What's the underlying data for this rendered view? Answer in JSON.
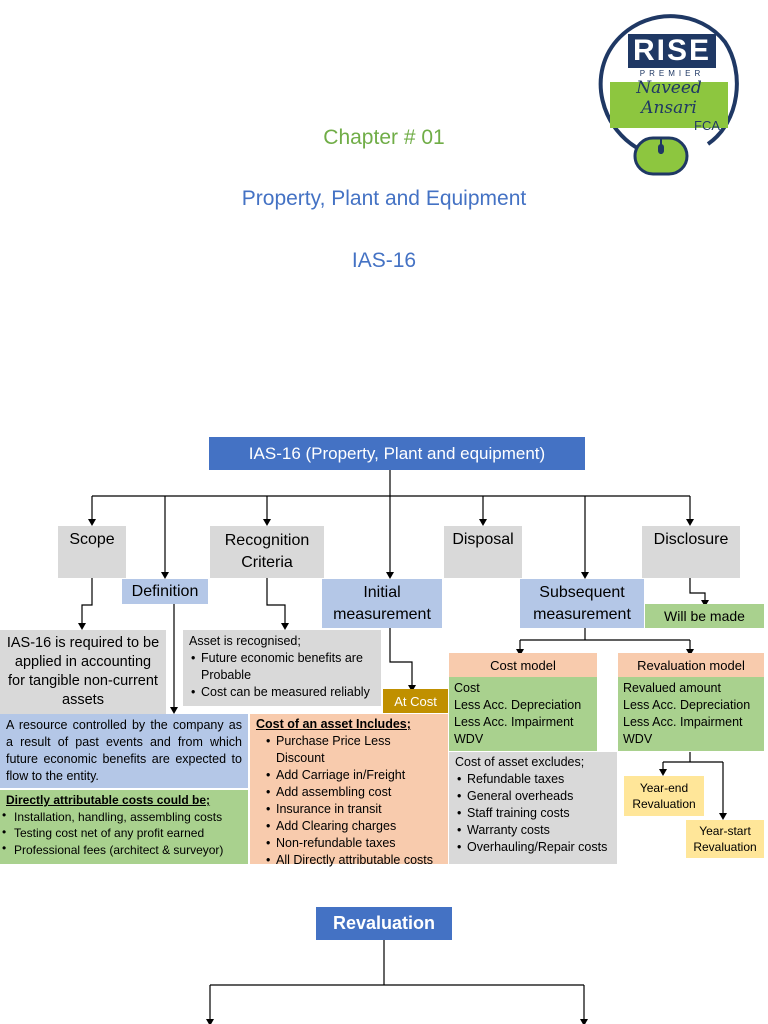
{
  "header": {
    "chapter": "Chapter # 01",
    "subject": "Property, Plant and Equipment",
    "standard": "IAS-16"
  },
  "logo": {
    "brand": "RISE",
    "sub": "PREMIER",
    "signature": "Naveed Ansari",
    "credential": "FCA"
  },
  "diagram": {
    "root": "IAS-16 (Property, Plant and equipment)",
    "scope": "Scope",
    "definition": "Definition",
    "recognition": "Recognition Criteria",
    "initial": "Initial measurement",
    "disposal": "Disposal",
    "subsequent": "Subsequent measurement",
    "disclosure": "Disclosure",
    "will_be_made": "Will be made",
    "scope_text": "IAS-16 is required to be applied in accounting for tangible non-current assets",
    "recognition_text": {
      "intro": "Asset is recognised;",
      "items": [
        "Future economic benefits are Probable",
        "Cost can be measured reliably"
      ]
    },
    "at_cost": "At Cost",
    "definition_text": "A resource controlled by the company as a result of past events and from which future economic benefits are expected to flow to the entity.",
    "directly_attributable": {
      "heading": "Directly attributable costs could be;",
      "items": [
        "Installation, handling, assembling costs",
        "Testing cost net of any profit earned",
        "Professional fees (architect & surveyor)"
      ]
    },
    "cost_includes": {
      "heading": "Cost of an asset Includes;",
      "items": [
        "Purchase Price Less Discount",
        "Add Carriage in/Freight",
        "Add assembling cost",
        "Insurance in transit",
        "Add Clearing charges",
        "Non-refundable taxes",
        "All Directly attributable costs"
      ]
    },
    "cost_model": {
      "title": "Cost model",
      "lines": [
        "Cost",
        "Less Acc. Depreciation",
        "Less Acc. Impairment",
        "WDV"
      ]
    },
    "revaluation_model": {
      "title": "Revaluation model",
      "lines": [
        "Revalued amount",
        "Less Acc. Depreciation",
        "Less Acc. Impairment",
        "WDV"
      ]
    },
    "cost_excludes": {
      "intro": "Cost of asset excludes;",
      "items": [
        "Refundable taxes",
        "Staff training costs",
        "Warranty costs",
        "Overhauling/Repair costs"
      ],
      "general_overheads": "General overheads"
    },
    "year_end": "Year-end Revaluation",
    "year_start": "Year-start Revaluation"
  },
  "revaluation_section": {
    "title": "Revaluation"
  },
  "colors": {
    "heading_green": "#70ad47",
    "heading_blue": "#4472c4",
    "dark_blue": "#4472c4",
    "logo_navy": "#1f3864",
    "logo_green": "#8dc63f"
  }
}
